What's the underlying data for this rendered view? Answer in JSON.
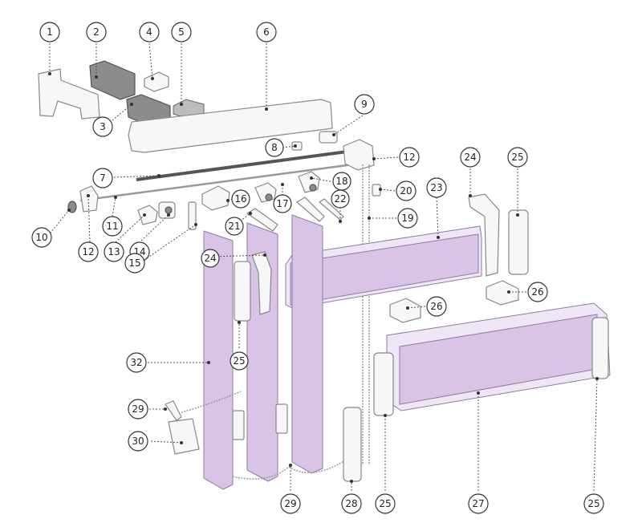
{
  "diagram": {
    "callout_labels": [
      "1",
      "2",
      "3",
      "4",
      "5",
      "6",
      "7",
      "8",
      "9",
      "10",
      "11",
      "12",
      "12",
      "13",
      "14",
      "15",
      "16",
      "17",
      "18",
      "19",
      "20",
      "21",
      "22",
      "23",
      "24",
      "24",
      "25",
      "25",
      "25",
      "25",
      "26",
      "26",
      "27",
      "28",
      "29",
      "29",
      "30",
      "32"
    ]
  },
  "colors": {
    "fabric": "#d9c3e6",
    "hardware_dark": "#8c8c8c",
    "hardware_light": "#f7f7f7",
    "callout_stroke": "#333333"
  }
}
